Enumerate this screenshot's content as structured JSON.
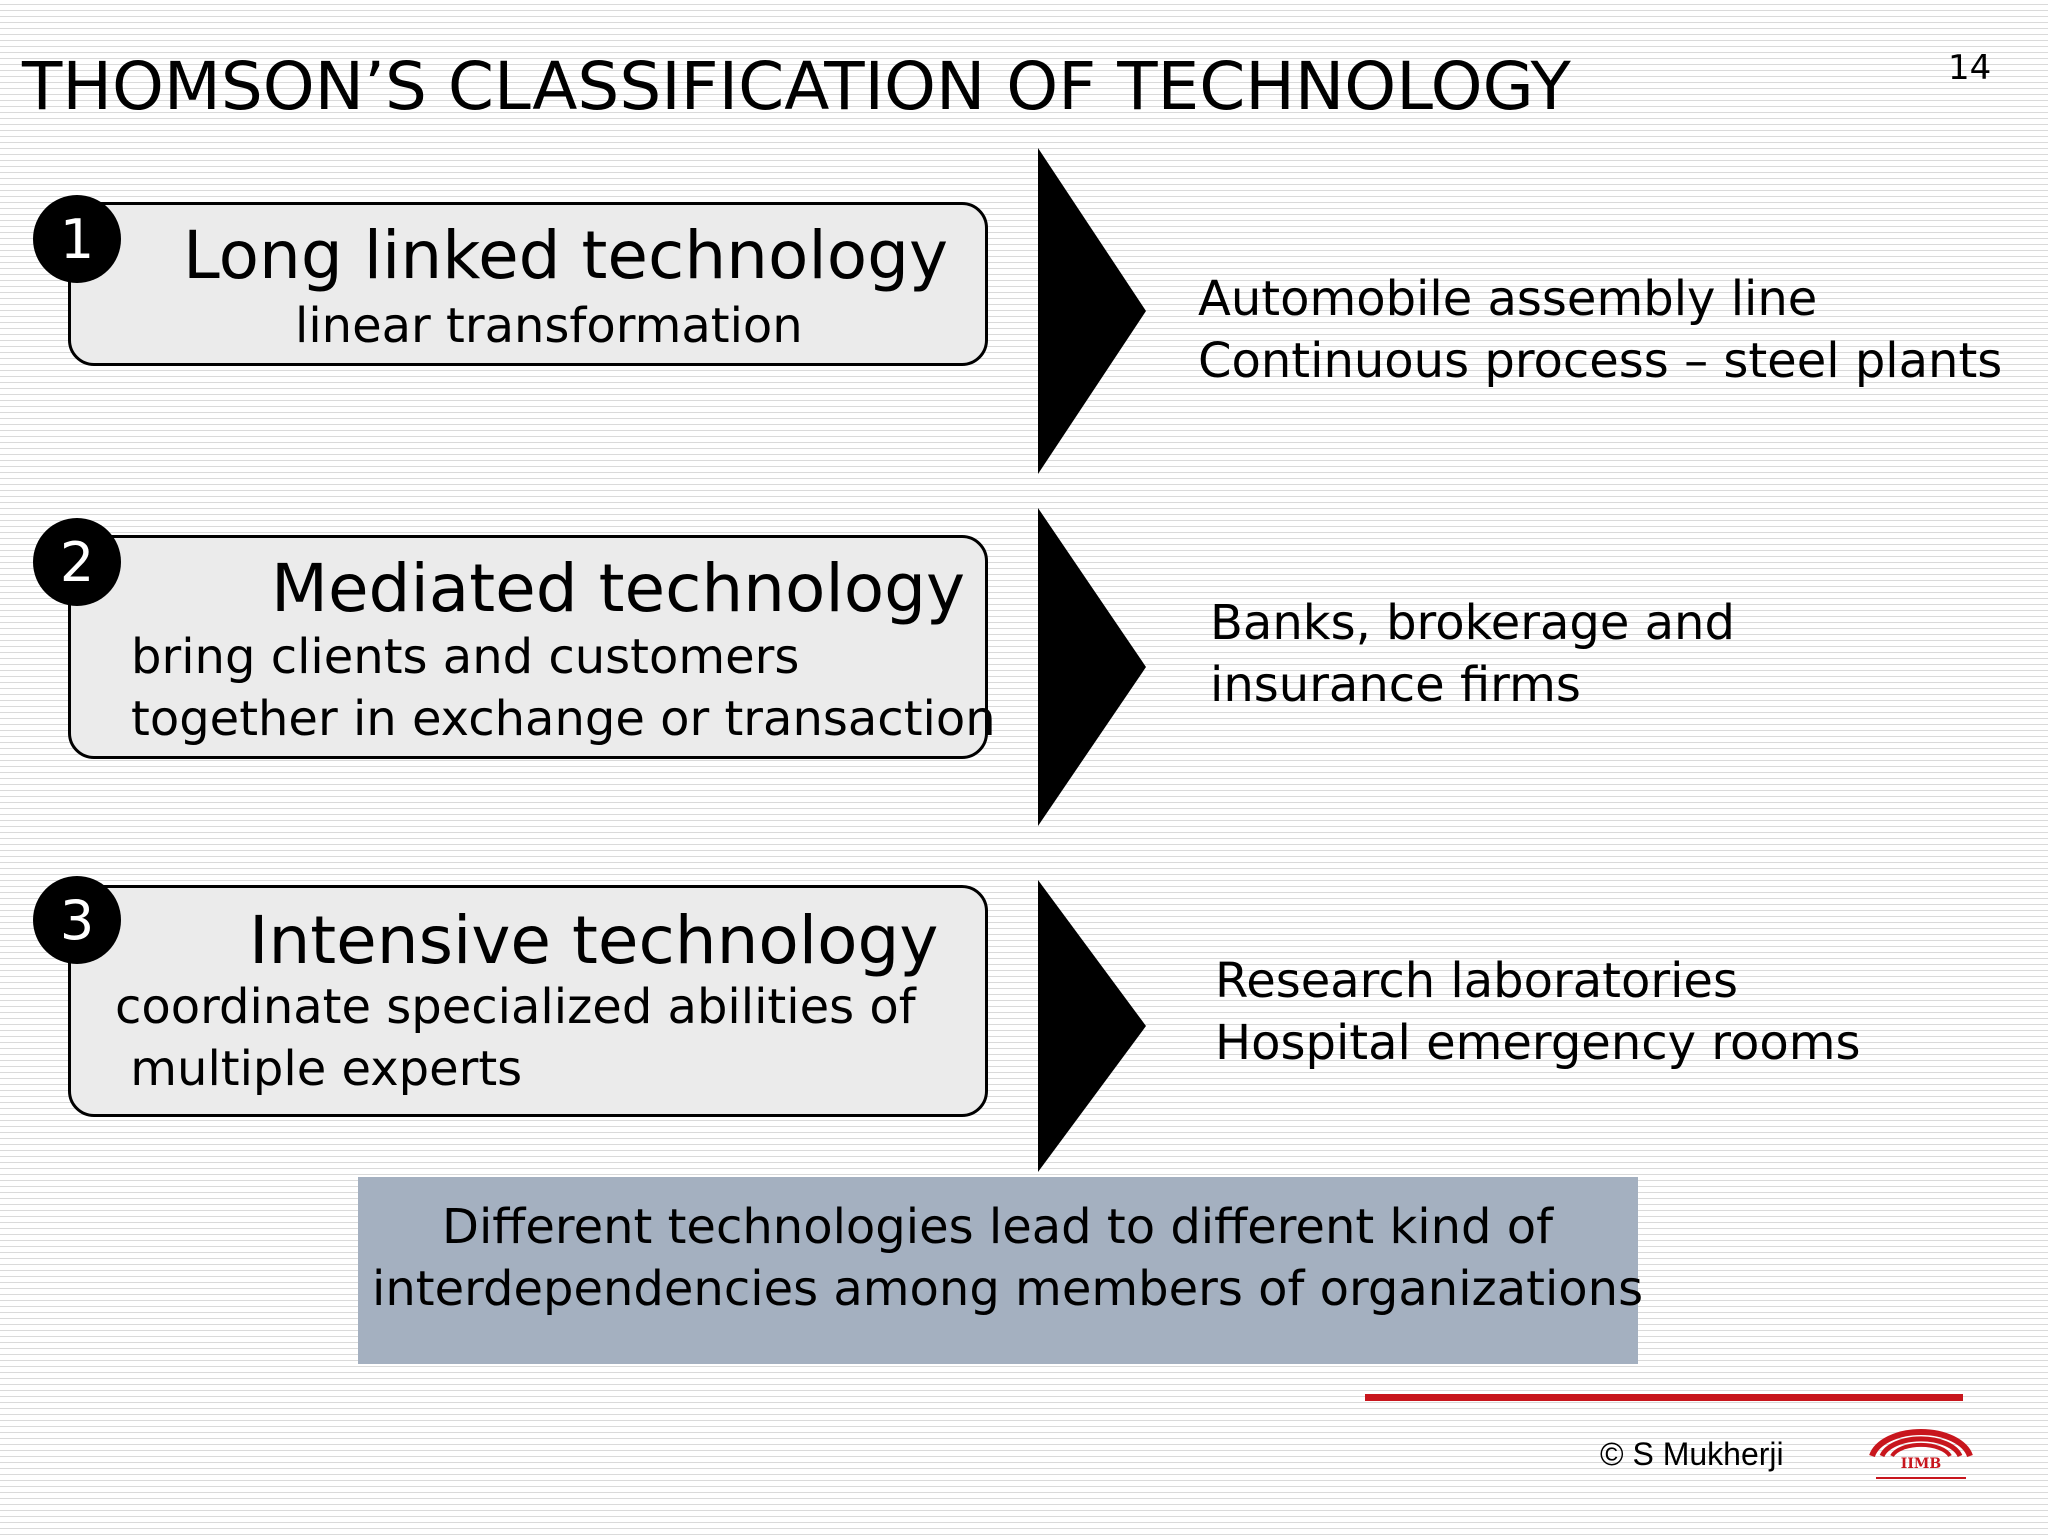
{
  "slide": {
    "title": "THOMSON’S CLASSIFICATION OF TECHNOLOGY",
    "page_number": "14"
  },
  "items": [
    {
      "number": "1",
      "title": "Long linked technology",
      "subtitle_lines": [
        "linear transformation"
      ],
      "examples": [
        "Automobile assembly line",
        "Continuous process – steel plants"
      ]
    },
    {
      "number": "2",
      "title": "Mediated technology",
      "subtitle_lines": [
        "bring clients and customers",
        "together in exchange or transaction"
      ],
      "examples": [
        "Banks, brokerage and",
        "insurance firms"
      ]
    },
    {
      "number": "3",
      "title": "Intensive technology",
      "subtitle_lines": [
        "coordinate specialized abilities of",
        " multiple experts"
      ],
      "examples": [
        "Research laboratories",
        "Hospital emergency rooms"
      ]
    }
  ],
  "summary": {
    "lines": [
      "Different technologies lead to different kind of",
      "interdependencies among members of organizations"
    ]
  },
  "footer": {
    "copyright": "©  S Mukherji",
    "logo_icon": "iimb-logo-icon",
    "logo_text": "IIMB",
    "accent_color": "#c8161d"
  }
}
